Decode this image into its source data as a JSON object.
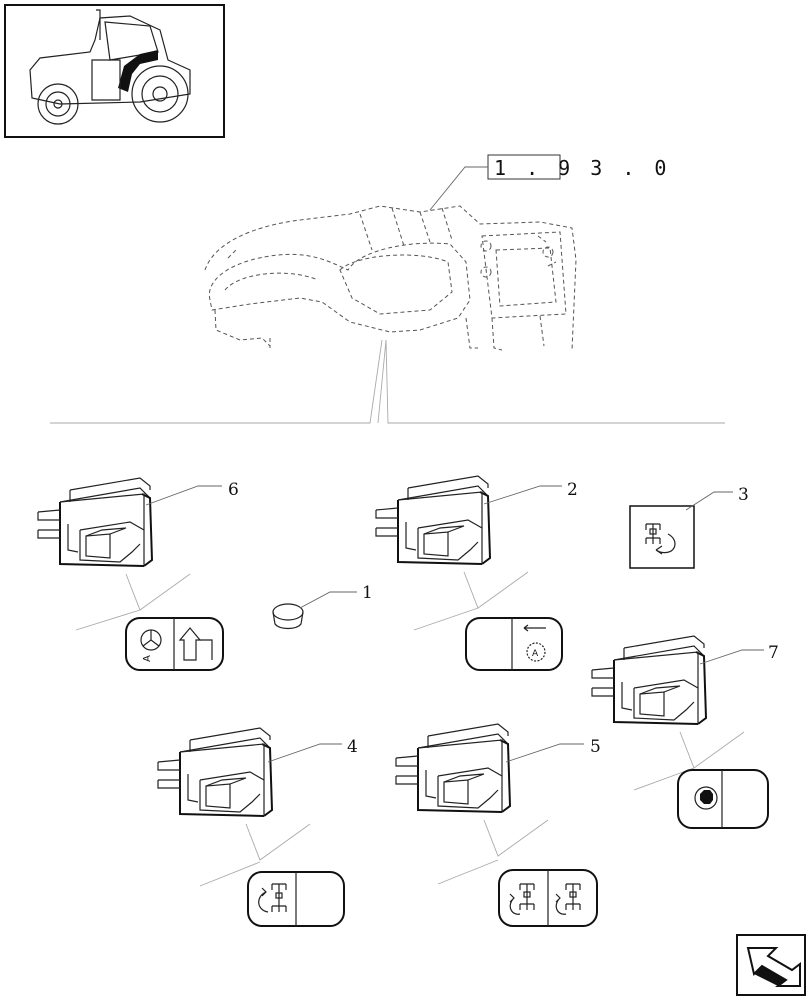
{
  "reference_code": "1 . 9 3 . 0",
  "callouts": [
    {
      "id": "callout-1",
      "label": "1"
    },
    {
      "id": "callout-2",
      "label": "2"
    },
    {
      "id": "callout-3",
      "label": "3"
    },
    {
      "id": "callout-4",
      "label": "4"
    },
    {
      "id": "callout-5",
      "label": "5"
    },
    {
      "id": "callout-6",
      "label": "6"
    },
    {
      "id": "callout-7",
      "label": "7"
    }
  ],
  "icons": {
    "thumbnail": "tractor-thumbnail-icon",
    "nav": "next-page-arrow-icon"
  }
}
